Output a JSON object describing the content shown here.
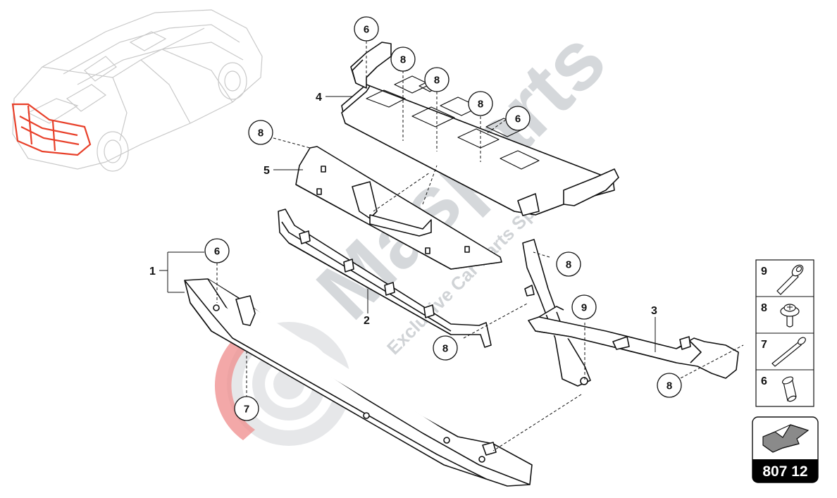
{
  "watermark": {
    "brand": "Masparts",
    "tagline": "Exclusive Car Parts Specialist"
  },
  "callouts": {
    "c6a": "6",
    "c8a": "8",
    "c8b": "8",
    "c8c": "8",
    "c6b": "6",
    "c8d": "8",
    "c6c": "6",
    "c8e": "8",
    "c9": "9",
    "c8f": "8",
    "c7": "7",
    "c8g": "8"
  },
  "labels": {
    "l1": "1",
    "l2": "2",
    "l3": "3",
    "l4": "4",
    "l5": "5"
  },
  "legend": {
    "items": [
      {
        "number": "9",
        "icon": "bolt-icon"
      },
      {
        "number": "8",
        "icon": "torx-screw-icon"
      },
      {
        "number": "7",
        "icon": "long-bolt-icon"
      },
      {
        "number": "6",
        "icon": "sleeve-nut-icon"
      }
    ]
  },
  "reference": {
    "code": "807 12",
    "icon": "arrow-icon"
  },
  "colors": {
    "line": "#111111",
    "watermark": "#c8ccd0",
    "watermark_red": "#e23a3a",
    "highlight": "#e8402a",
    "ref_bg": "#000000"
  }
}
